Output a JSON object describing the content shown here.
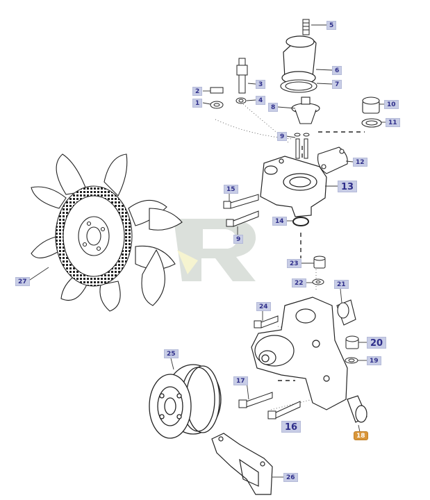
{
  "diagram": {
    "callouts": [
      {
        "id": "c5",
        "label": "5"
      },
      {
        "id": "c6",
        "label": "6"
      },
      {
        "id": "c7",
        "label": "7"
      },
      {
        "id": "c3",
        "label": "3"
      },
      {
        "id": "c2",
        "label": "2"
      },
      {
        "id": "c4",
        "label": "4"
      },
      {
        "id": "c1",
        "label": "1"
      },
      {
        "id": "c8",
        "label": "8"
      },
      {
        "id": "c10",
        "label": "10"
      },
      {
        "id": "c11",
        "label": "11"
      },
      {
        "id": "c9a",
        "label": "9"
      },
      {
        "id": "c12",
        "label": "12"
      },
      {
        "id": "c13",
        "label": "13"
      },
      {
        "id": "c15",
        "label": "15"
      },
      {
        "id": "c14",
        "label": "14"
      },
      {
        "id": "c9b",
        "label": "9"
      },
      {
        "id": "c27",
        "label": "27"
      },
      {
        "id": "c23",
        "label": "23"
      },
      {
        "id": "c22",
        "label": "22"
      },
      {
        "id": "c21",
        "label": "21"
      },
      {
        "id": "c24",
        "label": "24"
      },
      {
        "id": "c20",
        "label": "20"
      },
      {
        "id": "c19",
        "label": "19"
      },
      {
        "id": "c25",
        "label": "25"
      },
      {
        "id": "c17",
        "label": "17"
      },
      {
        "id": "c16",
        "label": "16"
      },
      {
        "id": "c18",
        "label": "18"
      },
      {
        "id": "c26",
        "label": "26"
      }
    ],
    "highlight_color": "#d9963a",
    "callout_color": "#c8cde6"
  }
}
